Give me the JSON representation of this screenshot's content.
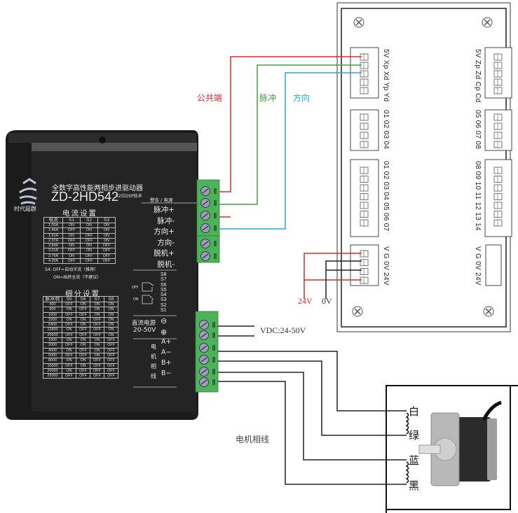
{
  "labels": {
    "common": "公共端",
    "pulse": "脉冲",
    "direction": "方向",
    "v24": "24V",
    "v0": "0V",
    "vdc": "VDC:24-50V",
    "motor_phase": "电机相线",
    "wire_colors": [
      "白",
      "绿",
      "蓝",
      "黑"
    ]
  },
  "colors": {
    "common_wire": "#d32f2f",
    "pulse_wire": "#43a047",
    "direction_wire": "#29a8e0",
    "terminal_green": "#4db35a",
    "driver_body": "#222222"
  },
  "driver": {
    "brand": "时代超群",
    "subtitle": "全数字高性能两相步进驱动器",
    "model": "ZD-2HD542",
    "tech": "32位DSP技术",
    "signal_header": "警告 / 电源",
    "signal_terminals": [
      "脉冲+",
      "脉冲-",
      "方向+",
      "方向-",
      "脱机+",
      "脱机-"
    ],
    "current_title": "电流设置",
    "current_table": {
      "headers": [
        "电流",
        "S1",
        "S2",
        "S3"
      ],
      "rows": [
        [
          "1.00A",
          "ON",
          "ON",
          "ON"
        ],
        [
          "1.46A",
          "OFF",
          "ON",
          "ON"
        ],
        [
          "1.91A",
          "ON",
          "OFF",
          "ON"
        ],
        [
          "2.37A",
          "OFF",
          "OFF",
          "ON"
        ],
        [
          "2.84A",
          "ON",
          "ON",
          "OFF"
        ],
        [
          "3.31A",
          "OFF",
          "ON",
          "OFF"
        ],
        [
          "3.76A",
          "ON",
          "OFF",
          "OFF"
        ],
        [
          "4.20A",
          "OFF",
          "OFF",
          "OFF"
        ]
      ]
    },
    "s4_note_1": "S4: OFF=自动半流（推荐）",
    "s4_note_2": "ON=始终全流（不建议）",
    "dip_labels": [
      "S8",
      "S7",
      "S6",
      "S5",
      "S4",
      "S3",
      "S2",
      "S1"
    ],
    "dip_off": "OFF",
    "dip_on": "ON",
    "microstep_title": "细分设置",
    "microstep_table": {
      "headers": [
        "脉冲/转",
        "S5",
        "S6",
        "S7",
        "S8"
      ],
      "rows": [
        [
          "400",
          "OFF",
          "ON",
          "ON",
          "ON"
        ],
        [
          "800",
          "ON",
          "OFF",
          "ON",
          "ON"
        ],
        [
          "1600",
          "OFF",
          "OFF",
          "ON",
          "ON"
        ],
        [
          "3200",
          "ON",
          "ON",
          "OFF",
          "ON"
        ],
        [
          "6400",
          "OFF",
          "ON",
          "OFF",
          "ON"
        ],
        [
          "12800",
          "ON",
          "OFF",
          "OFF",
          "ON"
        ],
        [
          "25600",
          "OFF",
          "OFF",
          "OFF",
          "ON"
        ],
        [
          "1000",
          "ON",
          "ON",
          "ON",
          "OFF"
        ],
        [
          "2000",
          "OFF",
          "ON",
          "ON",
          "OFF"
        ],
        [
          "4000",
          "ON",
          "OFF",
          "ON",
          "OFF"
        ],
        [
          "5000",
          "OFF",
          "OFF",
          "ON",
          "OFF"
        ],
        [
          "8000",
          "ON",
          "ON",
          "OFF",
          "OFF"
        ],
        [
          "10000",
          "OFF",
          "ON",
          "OFF",
          "OFF"
        ],
        [
          "20000",
          "ON",
          "OFF",
          "OFF",
          "OFF"
        ],
        [
          "25000",
          "OFF",
          "OFF",
          "OFF",
          "OFF"
        ]
      ]
    },
    "dc_power": "直流电源",
    "dc_range": "20-50V",
    "minus": "⊖",
    "plus": "⊕",
    "phase_chars": [
      "电",
      "机",
      "相",
      "线"
    ],
    "phase_terminals": [
      "A+",
      "A−",
      "B+",
      "B−"
    ]
  },
  "board": {
    "left_labels": [
      "5V Xp Xd Yp Yd",
      "01 02 03 04",
      "01 02 03 04 05 06 07",
      "V  G  0V 24V"
    ],
    "right_labels": [
      "5V Zp Zd Cp Cd",
      "05 06 07 08",
      "08 09 10 11 12 13 14",
      "V  G  0V 24V"
    ]
  }
}
